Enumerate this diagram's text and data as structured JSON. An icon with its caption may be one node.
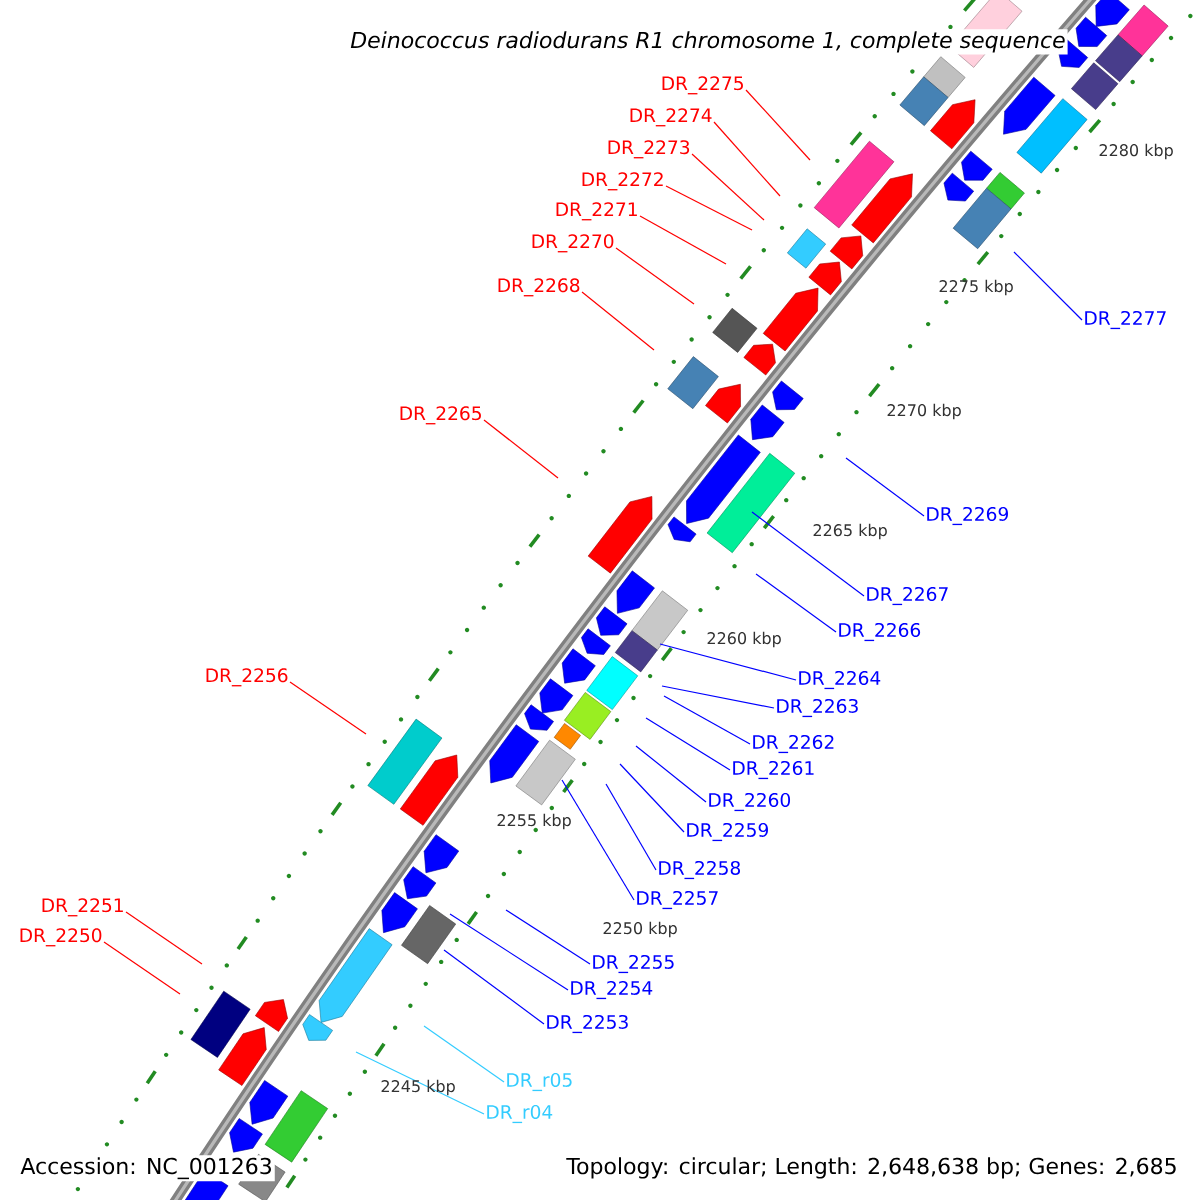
{
  "diagram": {
    "title": "Deinococcus radiodurans R1 chromosome 1, complete sequence",
    "nodes": [
      {
        "text": [
          "DR_2275"
        ]
      },
      {
        "text": [
          "DR_2274"
        ]
      },
      {
        "text": [
          "DR_2273"
        ]
      },
      {
        "text": [
          "DR_2272"
        ]
      },
      {
        "text": [
          "DR_2271"
        ]
      },
      {
        "text": [
          "DR_2270"
        ]
      },
      {
        "text": [
          "DR_2277"
        ]
      },
      {
        "text": [
          "DR_2268"
        ]
      },
      {
        "text": [
          "DR_2265"
        ]
      },
      {
        "text": [
          "DR_2269"
        ]
      },
      {
        "text": [
          "DR_2267"
        ]
      },
      {
        "text": [
          "DR_2266"
        ]
      },
      {
        "text": [
          "DR_2264"
        ]
      },
      {
        "text": [
          "DR_2256"
        ]
      },
      {
        "text": [
          "DR_2263"
        ]
      },
      {
        "text": [
          "DR_2262"
        ]
      },
      {
        "text": [
          "DR_2261"
        ]
      },
      {
        "text": [
          "DR_2260"
        ]
      },
      {
        "text": [
          "DR_2259"
        ]
      },
      {
        "text": [
          "DR_2258"
        ]
      },
      {
        "text": [
          "DR_2257"
        ]
      },
      {
        "text": [
          "DR_2251"
        ]
      },
      {
        "text": [
          "DR_2250"
        ]
      },
      {
        "text": [
          "DR_2255"
        ]
      },
      {
        "text": [
          "DR_2254"
        ]
      },
      {
        "text": [
          "DR_2253"
        ]
      },
      {
        "text": [
          "DR_r05"
        ]
      },
      {
        "text": [
          "DR_r04"
        ]
      }
    ],
    "edges": [
      {
        "from": 0,
        "to": null,
        "arrow": "none",
        "color": "#ff0000"
      },
      {
        "from": 1,
        "to": null,
        "arrow": "none",
        "color": "#ff0000"
      },
      {
        "from": 2,
        "to": null,
        "arrow": "none",
        "color": "#ff0000"
      },
      {
        "from": 3,
        "to": null,
        "arrow": "none",
        "color": "#ff0000"
      },
      {
        "from": 4,
        "to": null,
        "arrow": "none",
        "color": "#ff0000"
      },
      {
        "from": 5,
        "to": null,
        "arrow": "none",
        "color": "#ff0000"
      },
      {
        "from": 6,
        "to": null,
        "arrow": "none"
      },
      {
        "from": 7,
        "to": null,
        "arrow": "none",
        "color": "#ff0000"
      },
      {
        "from": 8,
        "to": null,
        "arrow": "none",
        "color": "#ff0000"
      },
      {
        "from": 9,
        "to": null,
        "arrow": "none"
      },
      {
        "from": 10,
        "to": null,
        "arrow": "none"
      },
      {
        "from": 11,
        "to": null,
        "arrow": "none"
      },
      {
        "from": 12,
        "to": null,
        "arrow": "none"
      },
      {
        "from": 13,
        "to": null,
        "arrow": "none",
        "color": "#ff0000"
      },
      {
        "from": 14,
        "to": null,
        "arrow": "none"
      },
      {
        "from": 15,
        "to": null,
        "arrow": "none"
      },
      {
        "from": 16,
        "to": null,
        "arrow": "none"
      },
      {
        "from": 17,
        "to": null,
        "arrow": "none"
      },
      {
        "from": 18,
        "to": null,
        "arrow": "none"
      },
      {
        "from": 19,
        "to": null,
        "arrow": "none"
      },
      {
        "from": 20,
        "to": null,
        "arrow": "none"
      },
      {
        "from": 21,
        "to": null,
        "arrow": "none",
        "color": "#ff0000"
      },
      {
        "from": 22,
        "to": null,
        "arrow": "none",
        "color": "#ff0000"
      },
      {
        "from": 23,
        "to": null,
        "arrow": "none"
      },
      {
        "from": 24,
        "to": null,
        "arrow": "none"
      },
      {
        "from": 25,
        "to": null,
        "arrow": "none"
      },
      {
        "from": 26,
        "to": null,
        "arrow": "none",
        "color": "#33ccff"
      },
      {
        "from": 27,
        "to": null,
        "arrow": "none",
        "color": "#33ccff"
      }
    ],
    "labels": [
      "2280 kbp",
      "2275 kbp",
      "2270 kbp",
      "2265 kbp",
      "2260 kbp",
      "2255 kbp",
      "2250 kbp",
      "2245 kbp",
      "Accession: NC_001263",
      "Topology: circular; Length: 2,648,638 bp; Genes: 2,685"
    ]
  }
}
